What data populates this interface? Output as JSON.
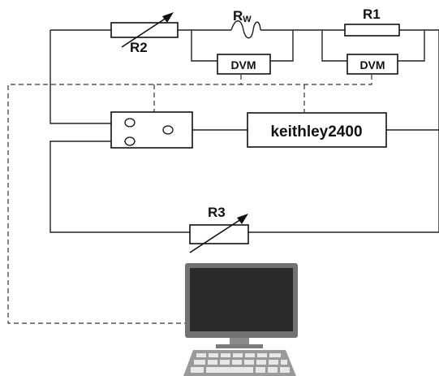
{
  "diagram": {
    "labels": {
      "r2": "R2",
      "rw_main": "R",
      "rw_sub": "W",
      "r1": "R1",
      "dvm_left": "DVM",
      "dvm_right": "DVM",
      "instrument": "keithley2400",
      "r3": "R3"
    },
    "colors": {
      "wire": "#222222",
      "monitor_frame": "#6f6f6f",
      "screen": "#2a2a2a",
      "keyboard": "#9a9a9a"
    }
  }
}
